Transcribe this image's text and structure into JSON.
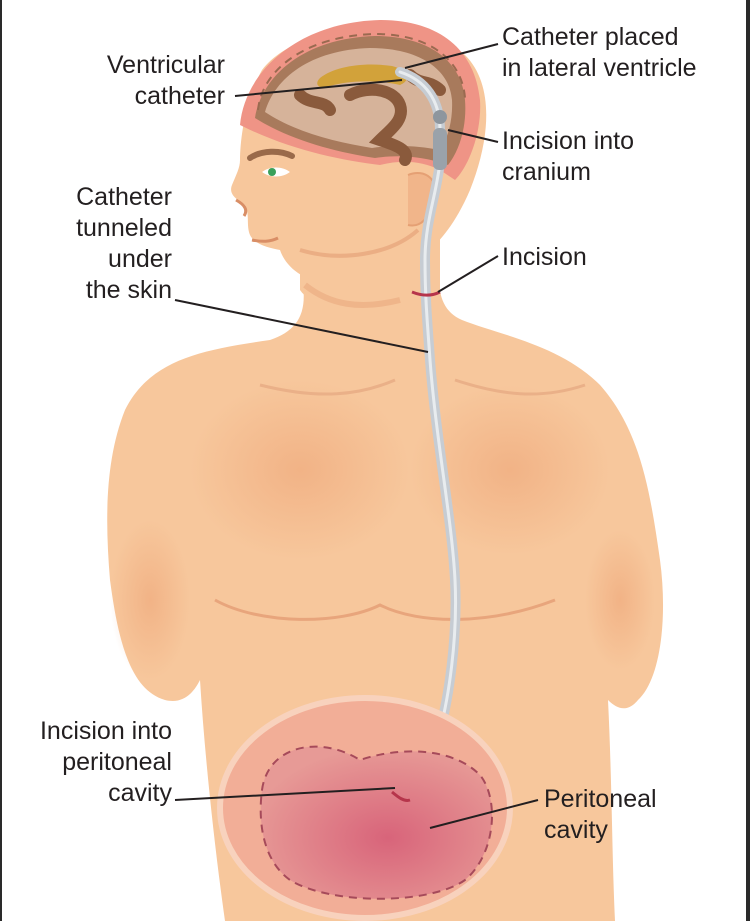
{
  "labels": {
    "ventricular_catheter": [
      "Ventricular",
      "catheter"
    ],
    "catheter_placed": [
      "Catheter placed",
      "in lateral ventricle"
    ],
    "incision_cranium": [
      "Incision into",
      "cranium"
    ],
    "catheter_tunneled": [
      "Catheter",
      "tunneled",
      "under",
      "the skin"
    ],
    "incision": [
      "Incision"
    ],
    "incision_peritoneal": [
      "Incision into",
      "peritoneal",
      "cavity"
    ],
    "peritoneal_cavity": [
      "Peritoneal",
      "cavity"
    ]
  },
  "colors": {
    "skin": "#f7c79c",
    "skin_shadow": "#eda879",
    "brain": "#a87a5c",
    "ventricle": "#d2a23a",
    "catheter": "#c6ccd3",
    "incision": "#b6354b",
    "peritoneum": "#e58d8b",
    "leader": "#231f20"
  }
}
